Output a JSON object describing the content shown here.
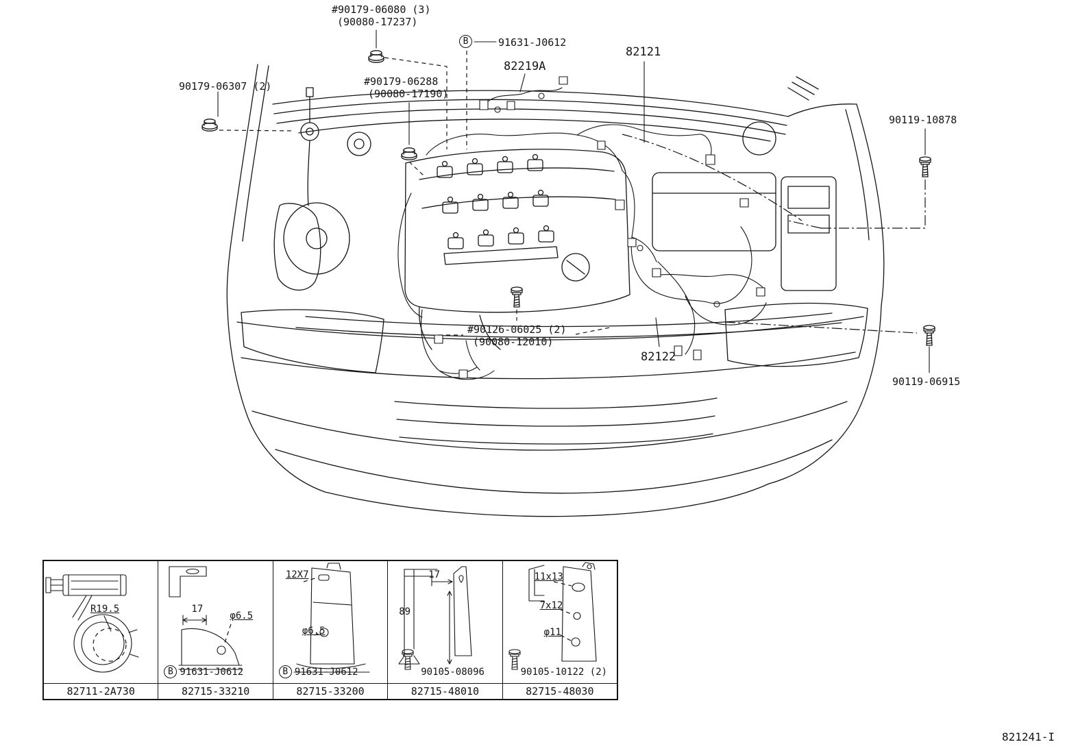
{
  "meta": {
    "drawing_ref": "821241-I"
  },
  "callouts": {
    "bolt_top_group": {
      "line1": "#90179-06080 (3)",
      "line2": "(90080-17237)"
    },
    "clamp_b_top": {
      "badge": "B",
      "text": "91631-J0612"
    },
    "harness_82219a": {
      "text": "82219A"
    },
    "harness_82121": {
      "text": "82121"
    },
    "nut_left": {
      "text": "90179-06307 (2)"
    },
    "bolt_mid_group": {
      "line1": "#90179-06288",
      "line2": "(90080-17190)"
    },
    "bolt_right_upper": {
      "text": "90119-10878"
    },
    "bolt_center_group": {
      "line1": "#90126-06025 (2)",
      "line2": "(90080-12010)"
    },
    "harness_82122": {
      "text": "82122"
    },
    "bolt_right_lower": {
      "text": "90119-06915"
    }
  },
  "table": {
    "columns": [
      {
        "part_number": "82711-2A730",
        "annotations": [
          {
            "text": "R19.5"
          }
        ]
      },
      {
        "part_number": "82715-33210",
        "annotations": [
          {
            "text": "17"
          },
          {
            "text": "φ6.5"
          }
        ],
        "hardware": {
          "badge": "B",
          "text": "91631-J0612"
        }
      },
      {
        "part_number": "82715-33200",
        "annotations": [
          {
            "text": "12X7"
          },
          {
            "text": "φ6.5"
          }
        ],
        "hardware": {
          "badge": "B",
          "text": "91631-J0612"
        }
      },
      {
        "part_number": "82715-48010",
        "annotations": [
          {
            "text": "17"
          },
          {
            "text": "89"
          }
        ],
        "hardware": {
          "text": "90105-08096"
        }
      },
      {
        "part_number": "82715-48030",
        "annotations": [
          {
            "text": "11x13"
          },
          {
            "text": "7x12"
          },
          {
            "text": "φ11"
          }
        ],
        "hardware": {
          "text": "90105-10122 (2)"
        }
      }
    ]
  }
}
